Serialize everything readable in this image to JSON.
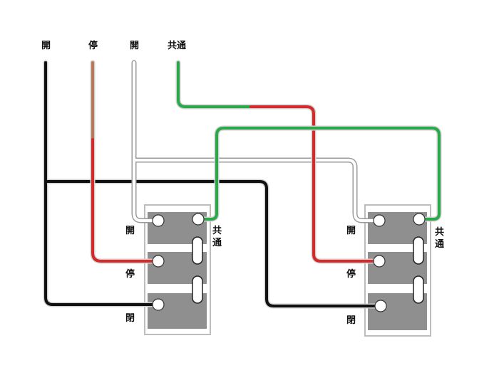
{
  "top_labels": {
    "open1": "開",
    "stop": "停",
    "open2": "開",
    "common": "共通"
  },
  "switch_left": {
    "label_open": "開",
    "label_common_1": "共",
    "label_common_2": "通",
    "label_stop": "停",
    "label_close": "閉"
  },
  "switch_right": {
    "label_open": "開",
    "label_common_1": "共",
    "label_common_2": "通",
    "label_stop": "停",
    "label_close": "閉"
  },
  "colors": {
    "black_wire": "#111111",
    "brown_wire": "#b87a5a",
    "red_wire": "#d42a2a",
    "white_wire": "#ffffff",
    "green_wire": "#2aa84a",
    "terminal_gray": "#8f8f8f"
  }
}
